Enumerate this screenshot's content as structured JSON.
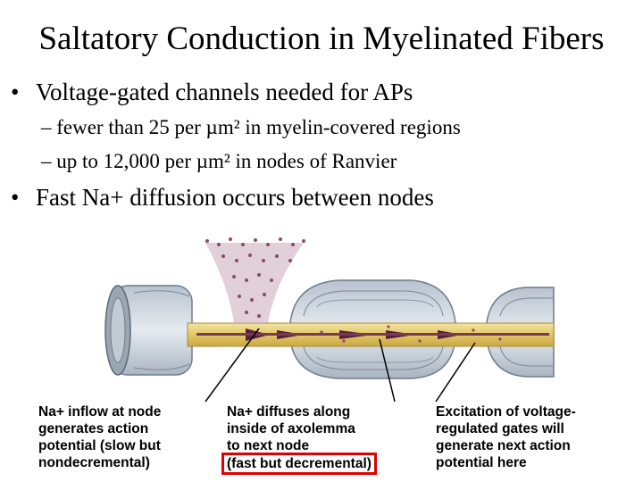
{
  "title": "Saltatory Conduction in Myelinated Fibers",
  "bullets": [
    {
      "marker": "•",
      "text": "Voltage-gated channels needed for APs",
      "subitems": [
        {
          "marker": "–",
          "text": "fewer than 25 per µm² in myelin-covered regions"
        },
        {
          "marker": "–",
          "text": "up to 12,000 per µm² in nodes of Ranvier"
        }
      ]
    },
    {
      "marker": "•",
      "text": "Fast Na+ diffusion occurs between nodes"
    }
  ],
  "figure": {
    "captions": [
      {
        "lines": [
          "Na+ inflow at node",
          "generates action",
          "potential (slow but",
          "nondecremental)"
        ]
      },
      {
        "lines": [
          "Na+ diffuses along",
          "inside of axolemma",
          "to next node"
        ],
        "highlight": "(fast but decremental)"
      },
      {
        "lines": [
          "Excitation of voltage-",
          "regulated gates will",
          "generate next action",
          "potential here"
        ]
      }
    ],
    "colors": {
      "axon": "#e8d27a",
      "myelin": "#c9d2dc",
      "myelin_dark": "#8a97a6",
      "ions": "#6b2a4a",
      "highlight_box": "#e00000"
    }
  }
}
